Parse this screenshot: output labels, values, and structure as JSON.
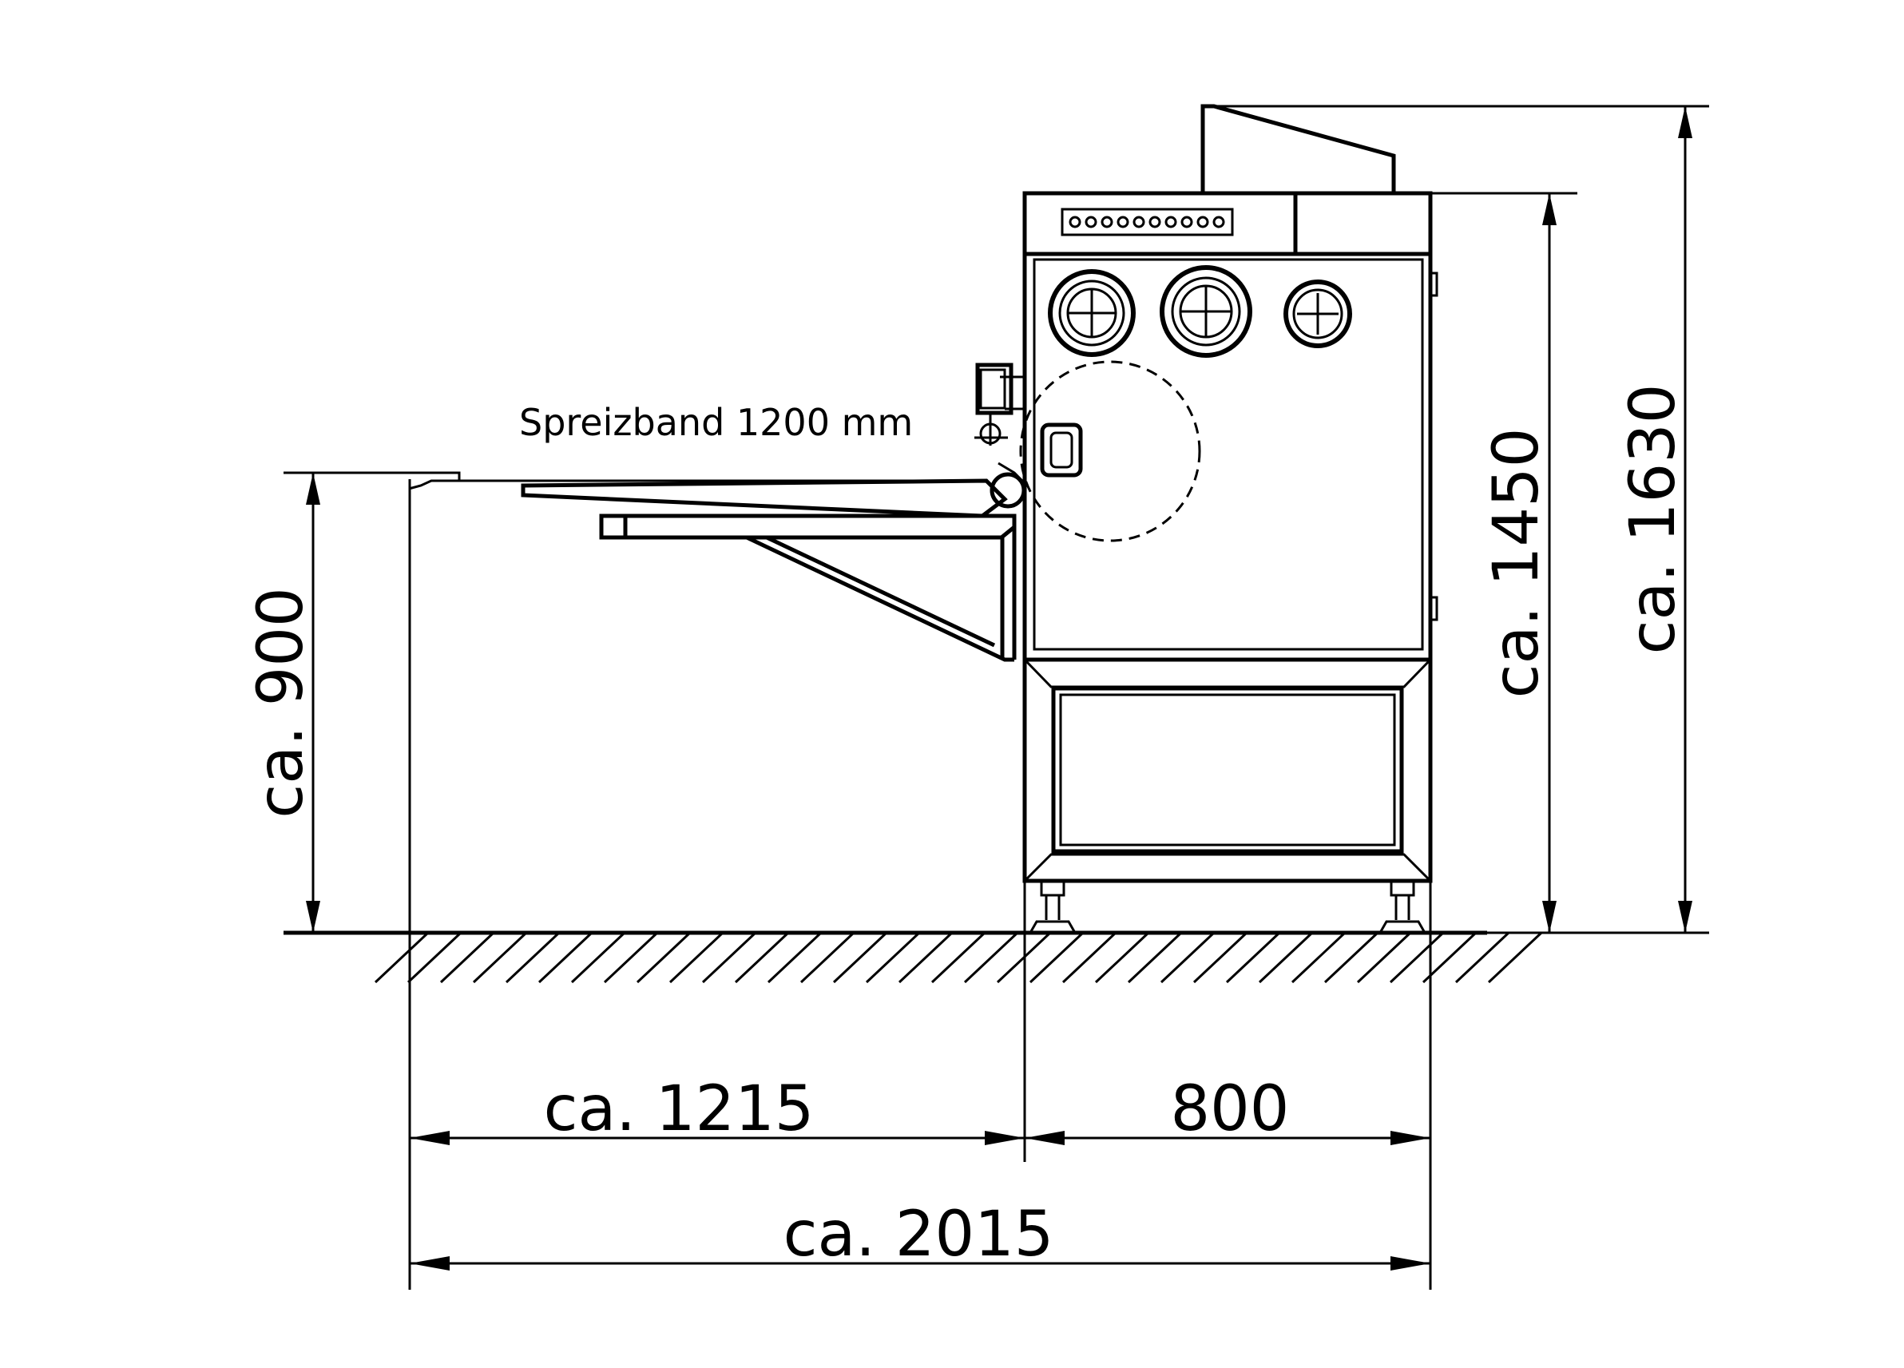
{
  "drawing": {
    "label_spreizband": "Spreizband 1200 mm",
    "dimensions": {
      "height_table": "ca. 900",
      "height_body": "ca. 1450",
      "height_total": "ca. 1630",
      "width_front": "ca. 1215",
      "width_body": "800",
      "width_total": "ca. 2015"
    }
  },
  "colors": {
    "line": "#000000",
    "background": "#ffffff"
  }
}
